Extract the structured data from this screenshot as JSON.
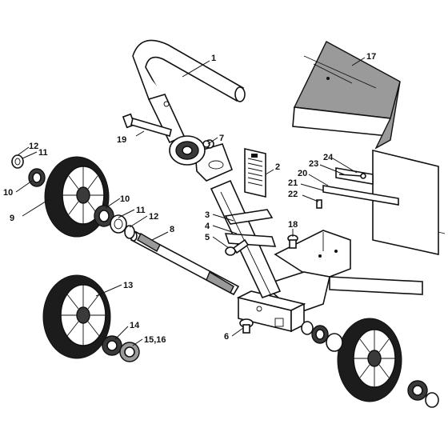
{
  "callouts": [
    {
      "id": "c1",
      "text": "1"
    },
    {
      "id": "c2",
      "text": "2"
    },
    {
      "id": "c3",
      "text": "3"
    },
    {
      "id": "c4",
      "text": "4"
    },
    {
      "id": "c5",
      "text": "5"
    },
    {
      "id": "c6",
      "text": "6"
    },
    {
      "id": "c7",
      "text": "7"
    },
    {
      "id": "c8",
      "text": "8"
    },
    {
      "id": "c9",
      "text": "9"
    },
    {
      "id": "c10a",
      "text": "10"
    },
    {
      "id": "c10b",
      "text": "10"
    },
    {
      "id": "c11a",
      "text": "11"
    },
    {
      "id": "c11b",
      "text": "11"
    },
    {
      "id": "c12a",
      "text": "12"
    },
    {
      "id": "c12b",
      "text": "12"
    },
    {
      "id": "c13",
      "text": "13"
    },
    {
      "id": "c14",
      "text": "14"
    },
    {
      "id": "c1516",
      "text": "15,16"
    },
    {
      "id": "c17",
      "text": "17"
    },
    {
      "id": "c18",
      "text": "18"
    },
    {
      "id": "c19",
      "text": "19"
    },
    {
      "id": "c20",
      "text": "20"
    },
    {
      "id": "c21",
      "text": "21"
    },
    {
      "id": "c22",
      "text": "22"
    },
    {
      "id": "c23",
      "text": "23"
    },
    {
      "id": "c24",
      "text": "24"
    }
  ]
}
